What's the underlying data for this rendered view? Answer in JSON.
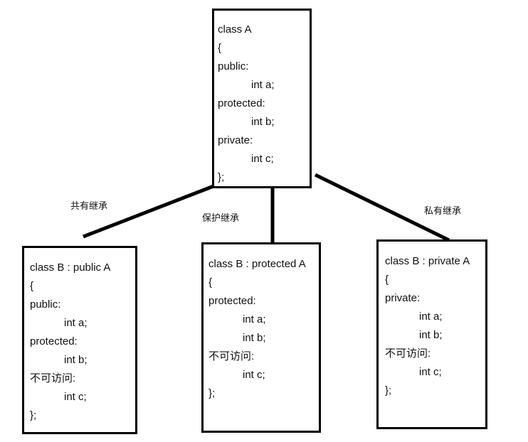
{
  "class_a": {
    "lines": [
      "class A",
      "{",
      "public:",
      "int a;",
      "protected:",
      "int b;",
      "private:",
      "int c;",
      "};"
    ]
  },
  "edges": {
    "public_label": "共有继承",
    "protected_label": "保护继承",
    "private_label": "私有继承"
  },
  "class_b_public": {
    "lines": [
      "class B : public A",
      "{",
      "public:",
      "int a;",
      "protected:",
      "int b;",
      "不可访问:",
      "int c;",
      "};"
    ]
  },
  "class_b_protected": {
    "lines": [
      "class B : protected A",
      "{",
      "protected:",
      "int a;",
      "int b;",
      "不可访问:",
      "int c;",
      "};"
    ]
  },
  "class_b_private": {
    "lines": [
      "class B : private A",
      "{",
      "private:",
      "int a;",
      "int b;",
      "不可访问:",
      "int c;",
      "};"
    ]
  }
}
